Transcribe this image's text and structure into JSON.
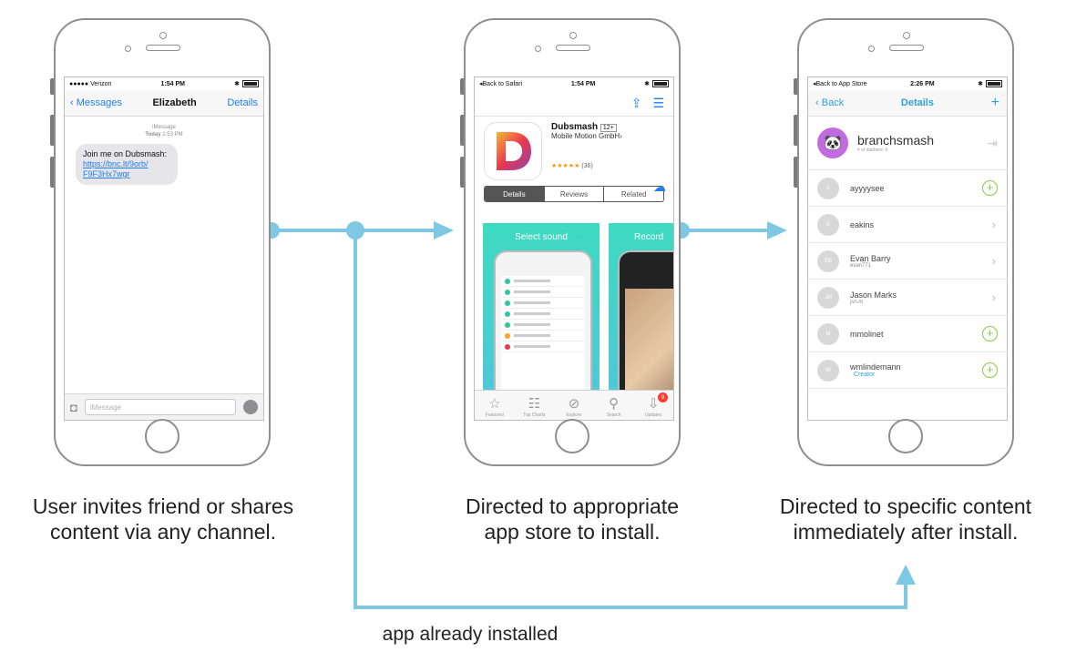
{
  "phone1": {
    "carrier": "●●●●● Verizon",
    "time": "1:54 PM",
    "back_label": "Messages",
    "contact": "Elizabeth",
    "details_label": "Details",
    "service": "iMessage",
    "timestamp_day": "Today",
    "timestamp_time": "1:53 PM",
    "message_text": "Join me on Dubsmash:",
    "message_link_1": "https://bnc.lt/9orb/",
    "message_link_2": "F9F3Hx7wgr",
    "input_placeholder": "iMessage"
  },
  "phone2": {
    "back_label": "Back to Safari",
    "time": "1:54 PM",
    "app_name": "Dubsmash",
    "age_rating": "12+",
    "developer": "Mobile Motion GmbH",
    "rating_count": "(36)",
    "segments": [
      "Details",
      "Reviews",
      "Related"
    ],
    "shot1_title": "Select sound",
    "shot2_title": "Record",
    "tabs": [
      "Featured",
      "Top Charts",
      "Explore",
      "Search",
      "Updates"
    ],
    "updates_badge": "9"
  },
  "phone3": {
    "back_label": "Back to App Store",
    "time": "2:26 PM",
    "nav_back": "Back",
    "nav_title": "Details",
    "channel_name": "branchsmash",
    "channel_sub": "# of dubbers: 6",
    "users": [
      {
        "initial": "A",
        "name": "ayyyysee",
        "handle": "",
        "extra": "",
        "action": "add"
      },
      {
        "initial": "E",
        "name": "eakins",
        "handle": "",
        "extra": "",
        "action": "open"
      },
      {
        "initial": "EB",
        "name": "Evan Barry",
        "handle": "evan771",
        "extra": "",
        "action": "open"
      },
      {
        "initial": "JM",
        "name": "Jason Marks",
        "handle": "jsn.m",
        "extra": "",
        "action": "open"
      },
      {
        "initial": "M",
        "name": "mmolinet",
        "handle": "",
        "extra": "",
        "action": "add"
      },
      {
        "initial": "W",
        "name": "wmlindemann",
        "handle": "",
        "extra": "Creator",
        "action": "add"
      }
    ]
  },
  "captions": {
    "step1_line1": "User invites friend or shares",
    "step1_line2": "content via any channel.",
    "step2_line1": "Directed to appropriate",
    "step2_line2": "app store to install.",
    "step3_line1": "Directed to specific content",
    "step3_line2": "immediately after install.",
    "bypass": "app already installed"
  },
  "colors": {
    "flow": "#7ec8e3",
    "ios_blue": "#1f7ef0",
    "branch_blue": "#2e9fd9",
    "add_green": "#8cc63f"
  }
}
